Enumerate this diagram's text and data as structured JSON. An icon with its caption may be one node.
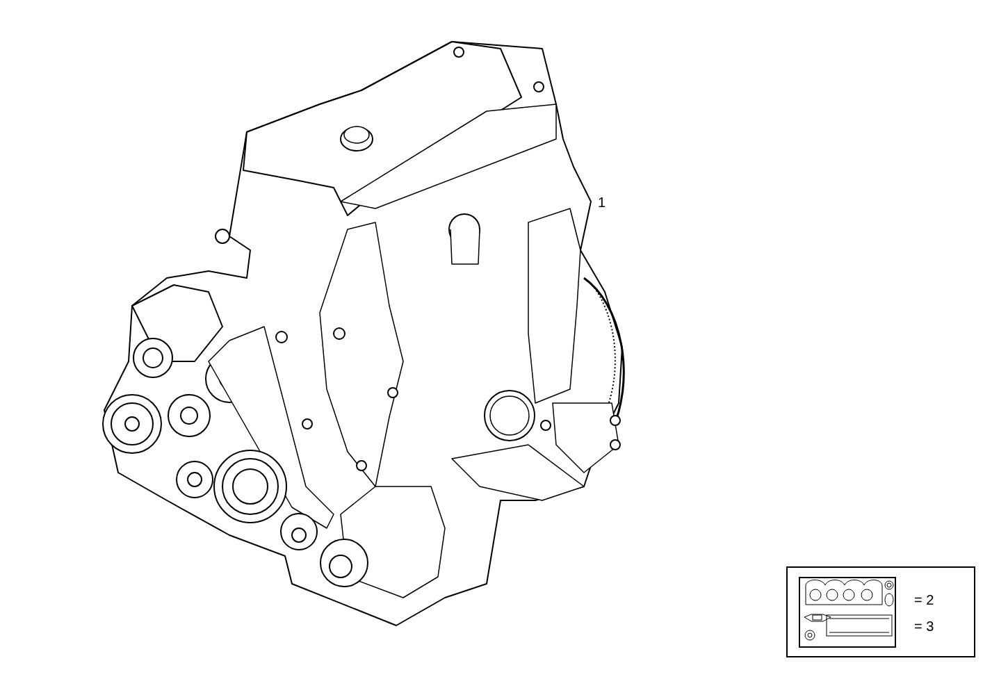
{
  "diagram": {
    "nodes": [
      {
        "text": [
          "= 2",
          "= 3"
        ]
      }
    ],
    "labels": [
      "1"
    ]
  }
}
